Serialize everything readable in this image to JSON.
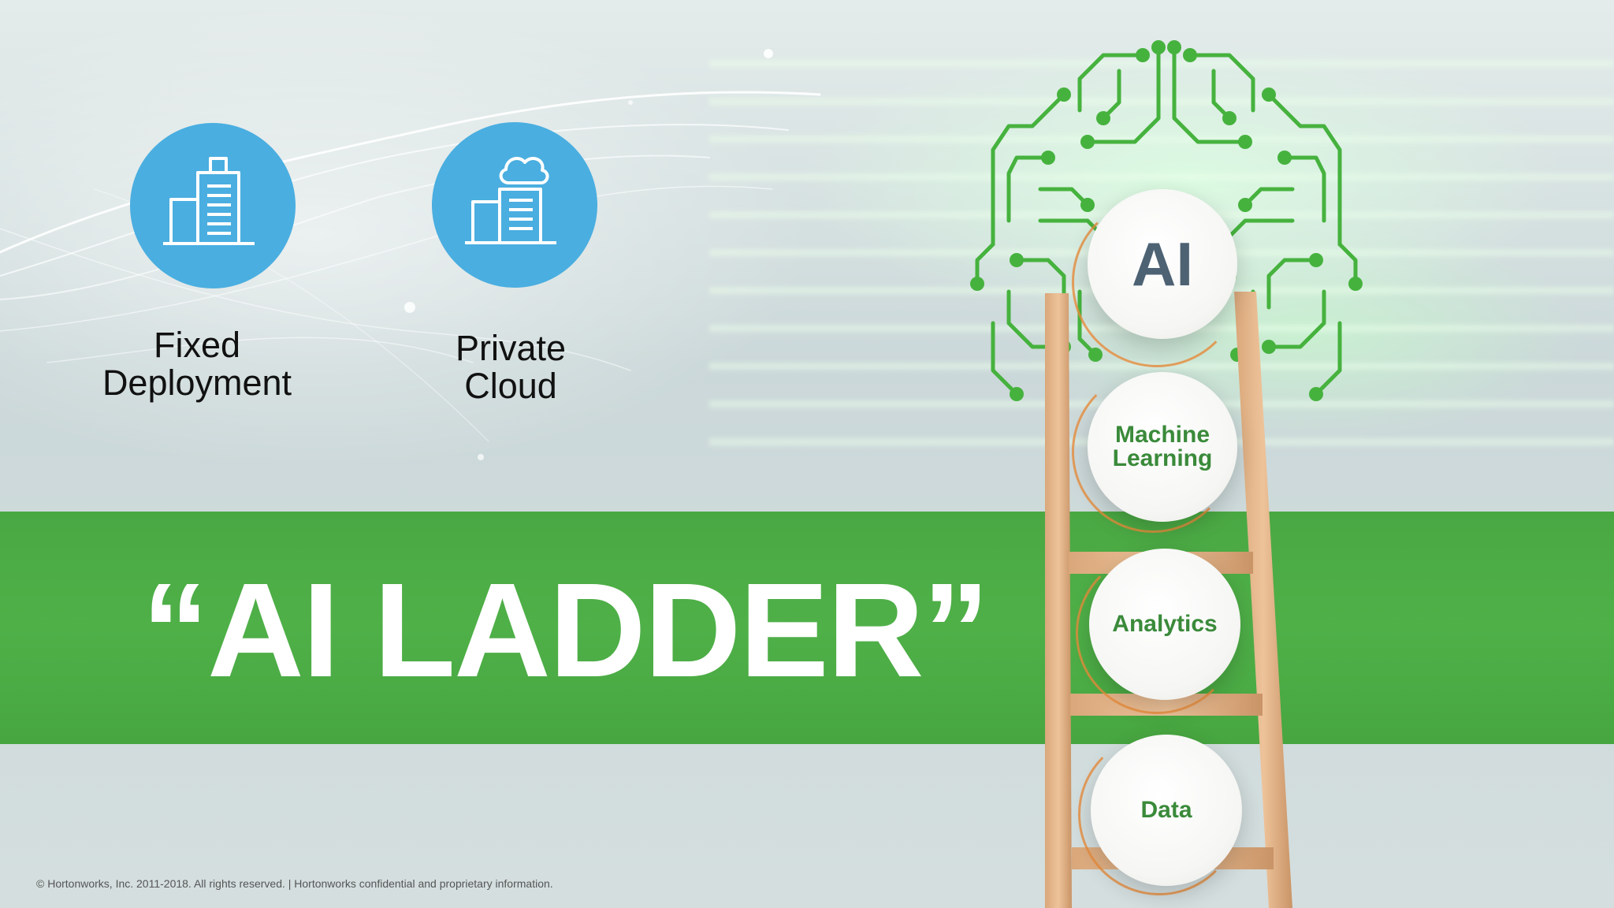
{
  "slide": {
    "headline": "“AI LADDER”",
    "icons": [
      {
        "name": "fixed-deployment",
        "icon": "building-icon",
        "label_lines": [
          "Fixed",
          "Deployment"
        ]
      },
      {
        "name": "private-cloud",
        "icon": "cloud-building-icon",
        "label_lines": [
          "Private",
          "Cloud"
        ]
      }
    ],
    "ladder": {
      "steps": [
        {
          "key": "ai",
          "lines": [
            "AI"
          ]
        },
        {
          "key": "ml",
          "lines": [
            "Machine",
            "Learning"
          ]
        },
        {
          "key": "analytics",
          "lines": [
            "Analytics"
          ]
        },
        {
          "key": "data",
          "lines": [
            "Data"
          ]
        }
      ]
    },
    "footer": "© Hortonworks, Inc. 2011-2018. All rights reserved. | Hortonworks confidential and proprietary information."
  },
  "colors": {
    "green_band": "#4fb048",
    "icon_blue": "#4aaee0",
    "ladder_text_green": "#3a8a3a",
    "ai_text_slate": "#4d6273",
    "circuit_green": "#46b23e"
  }
}
